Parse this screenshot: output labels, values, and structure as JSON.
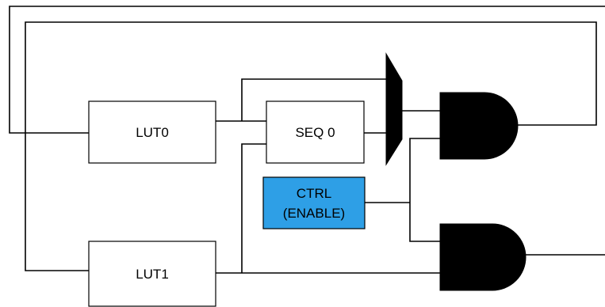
{
  "blocks": {
    "lut0": "LUT0",
    "lut1": "LUT1",
    "seq0": "SEQ 0",
    "ctrl_line1": "CTRL",
    "ctrl_line2": "(ENABLE)"
  },
  "colors": {
    "ctrl_fill": "#2E9FE6",
    "wire": "#000000",
    "gate": "#000000"
  }
}
